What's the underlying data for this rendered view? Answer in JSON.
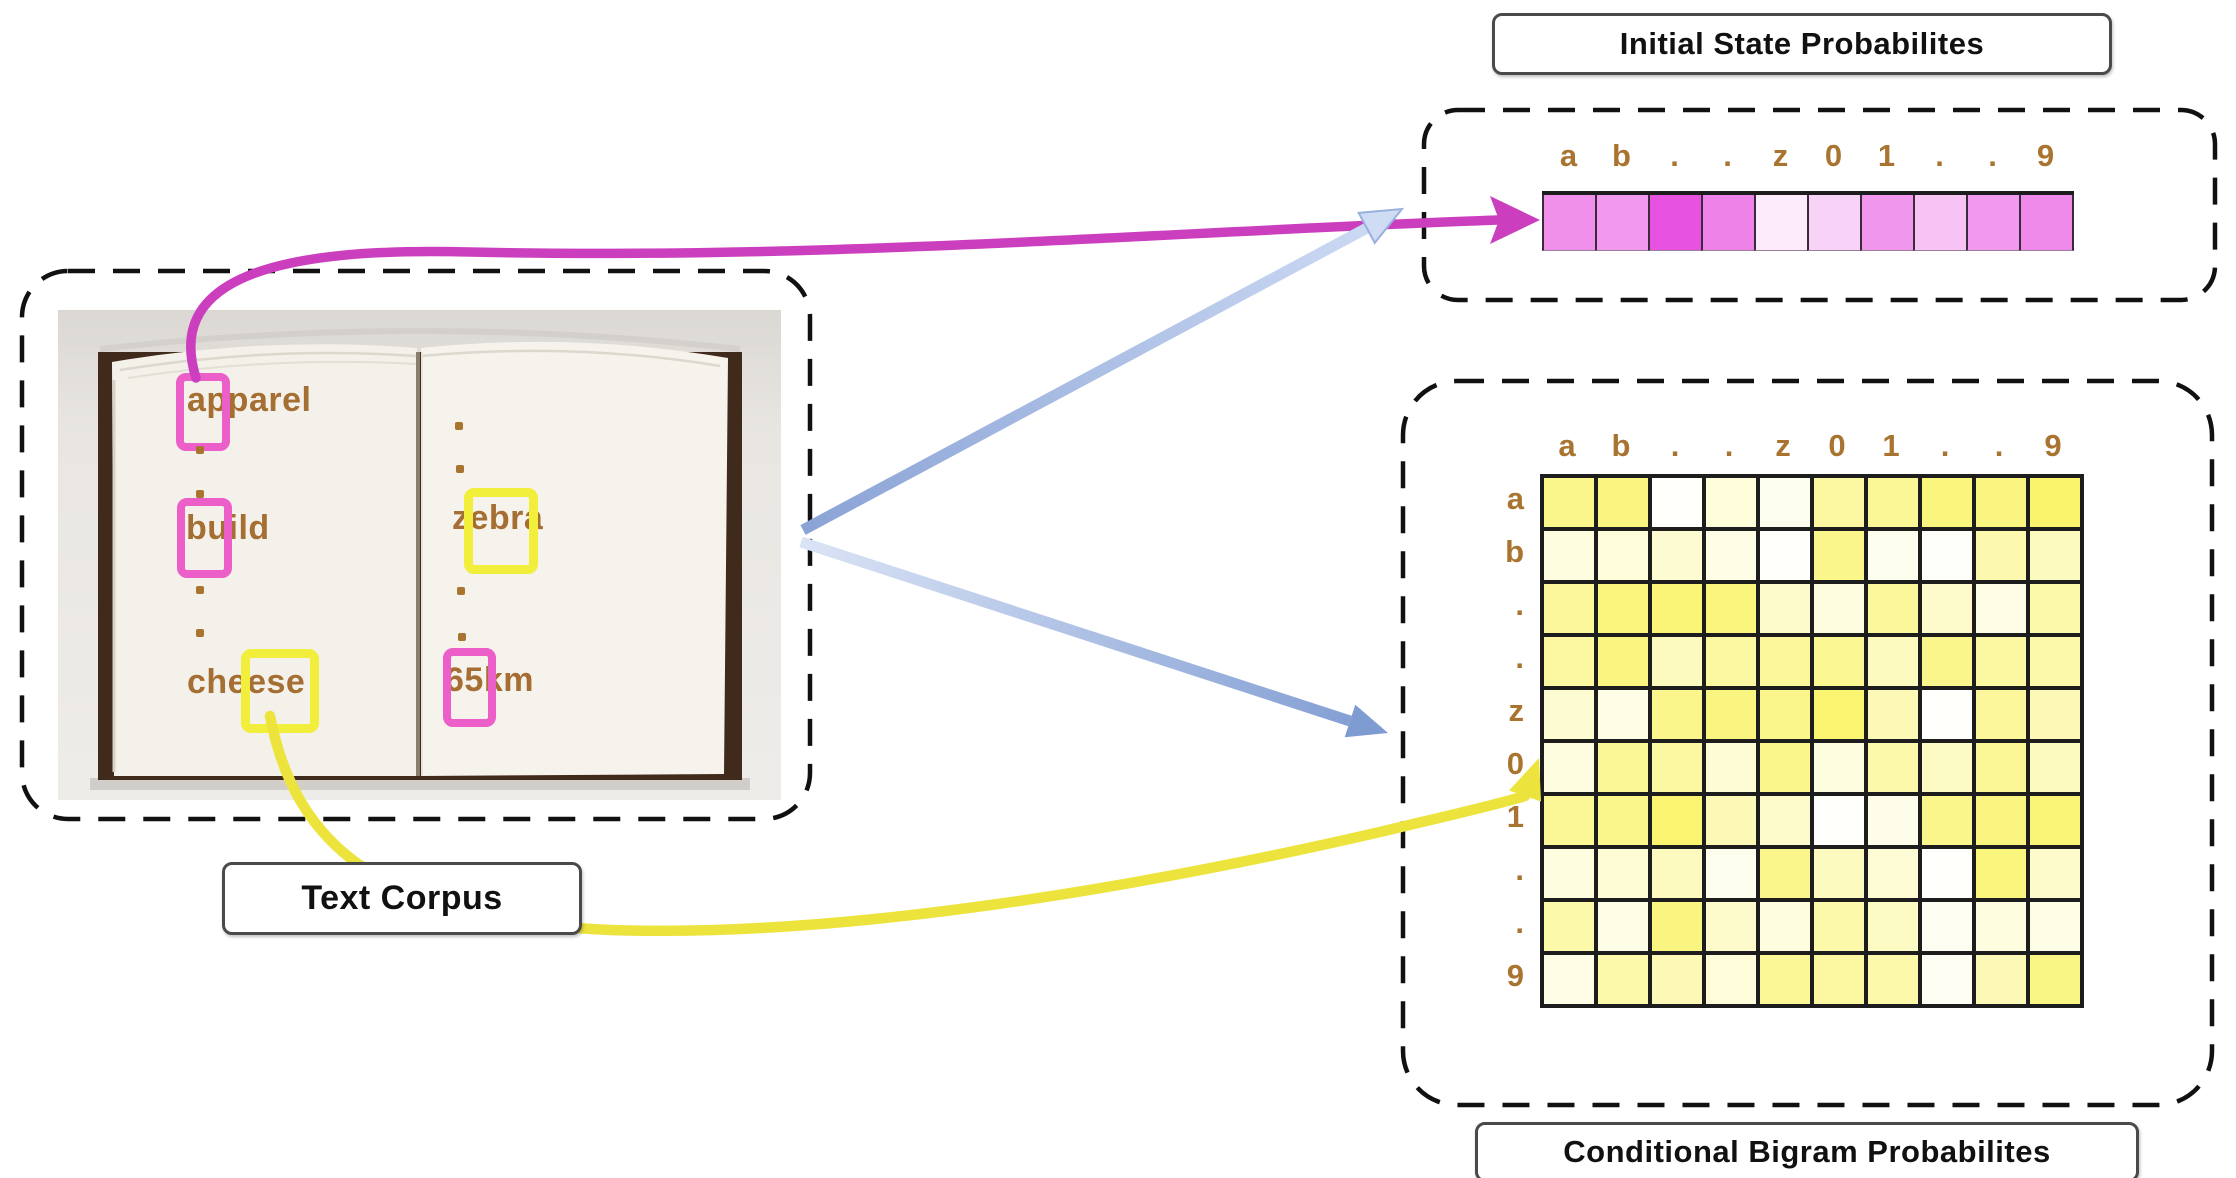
{
  "titles": {
    "initial_state": "Initial State Probabilites",
    "bigram": "Conditional Bigram Probabilites",
    "corpus": "Text Corpus"
  },
  "state_labels": [
    "a",
    "b",
    ".",
    ".",
    "z",
    "0",
    "1",
    ".",
    ".",
    "9"
  ],
  "corpus": {
    "ellipsis_char": ".",
    "left_page_words": [
      {
        "text": "apparel",
        "highlighted_chars": "a",
        "highlight_color": "pink"
      },
      {
        "text": "build",
        "highlighted_chars": "b",
        "highlight_color": "pink"
      },
      {
        "text": "cheese",
        "highlighted_chars": "es",
        "highlight_color": "yellow"
      }
    ],
    "right_page_words": [
      {
        "text": "zebra",
        "highlighted_chars": "eb",
        "highlight_color": "yellow"
      },
      {
        "text": "65km",
        "highlighted_chars": "6",
        "highlight_color": "pink"
      }
    ]
  },
  "chart_data": [
    {
      "type": "heatmap",
      "title": "Initial State Probabilites",
      "categories": [
        "a",
        "b",
        ".",
        ".",
        "z",
        "0",
        "1",
        ".",
        ".",
        "9"
      ],
      "values": [
        0.55,
        0.5,
        0.85,
        0.62,
        0.1,
        0.22,
        0.52,
        0.3,
        0.5,
        0.58
      ],
      "palette": "white-to-magenta",
      "note": "relative color intensities read from cell shading; no numeric labels shown"
    },
    {
      "type": "heatmap",
      "title": "Conditional Bigram Probabilites",
      "rows": [
        "a",
        "b",
        ".",
        ".",
        "z",
        "0",
        "1",
        ".",
        ".",
        "9"
      ],
      "cols": [
        "a",
        "b",
        ".",
        ".",
        "z",
        "0",
        "1",
        ".",
        ".",
        "9"
      ],
      "matrix": [
        [
          0.55,
          0.6,
          0.02,
          0.18,
          0.08,
          0.45,
          0.5,
          0.62,
          0.6,
          0.7
        ],
        [
          0.15,
          0.18,
          0.22,
          0.12,
          0.02,
          0.55,
          0.08,
          0.03,
          0.38,
          0.3
        ],
        [
          0.48,
          0.62,
          0.65,
          0.62,
          0.25,
          0.15,
          0.48,
          0.25,
          0.12,
          0.4
        ],
        [
          0.45,
          0.6,
          0.3,
          0.45,
          0.48,
          0.52,
          0.3,
          0.55,
          0.45,
          0.4
        ],
        [
          0.22,
          0.12,
          0.55,
          0.6,
          0.55,
          0.68,
          0.35,
          0.02,
          0.48,
          0.35
        ],
        [
          0.15,
          0.5,
          0.45,
          0.2,
          0.55,
          0.15,
          0.4,
          0.28,
          0.5,
          0.3
        ],
        [
          0.5,
          0.55,
          0.68,
          0.35,
          0.25,
          0.02,
          0.1,
          0.55,
          0.6,
          0.65
        ],
        [
          0.15,
          0.2,
          0.3,
          0.08,
          0.55,
          0.3,
          0.2,
          0.02,
          0.62,
          0.25
        ],
        [
          0.4,
          0.12,
          0.6,
          0.25,
          0.15,
          0.4,
          0.28,
          0.06,
          0.15,
          0.12
        ],
        [
          0.12,
          0.4,
          0.35,
          0.18,
          0.5,
          0.45,
          0.4,
          0.05,
          0.35,
          0.58
        ]
      ],
      "palette": "white-to-yellow",
      "note": "relative color intensities read from cell shading; no numeric labels shown"
    }
  ],
  "colors": {
    "label_brown": "#a9742f",
    "word_brown": "#a56e33",
    "magenta_arrow": "#cb3fbf",
    "pink_highlight": "#ec5fc8",
    "yellow_highlight": "#f2ee3c",
    "yellow_arrow": "#ece43c",
    "blue_arrow_light": "#cfdcf4",
    "blue_arrow_dark": "#7e9bd2",
    "pink_cell_base": "#e335da",
    "yellow_cell_base": "#f7ef2d"
  }
}
